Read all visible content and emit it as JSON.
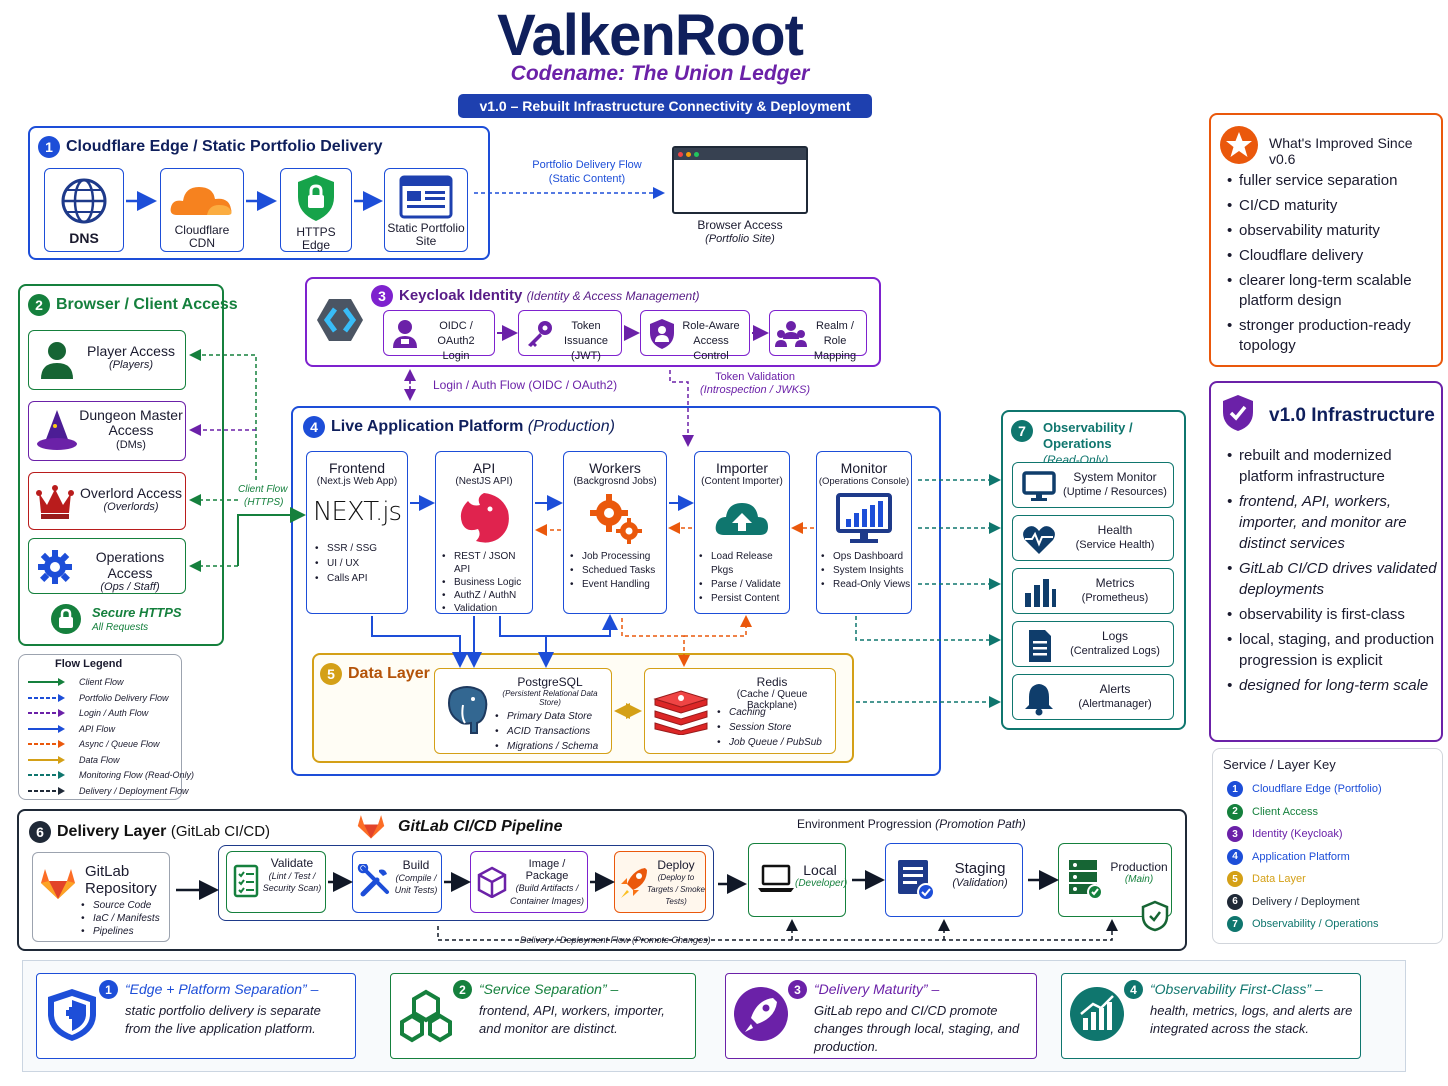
{
  "header": {
    "title": "ValkenRoot",
    "subtitle": "Codename: The Union Ledger",
    "version_banner": "v1.0 – Rebuilt Infrastructure Connectivity & Deployment"
  },
  "colors": {
    "navy": "#0f1f5c",
    "blue": "#1d4ed8",
    "green": "#15803d",
    "purple": "#6b21a8",
    "orange": "#ea580c",
    "teal": "#0f766e",
    "gold": "#d4a017",
    "dark": "#1f2937"
  },
  "sections": {
    "s1": {
      "num": "1",
      "title": "Cloudflare Edge / Static Portfolio Delivery",
      "items": [
        {
          "icon": "globe-icon",
          "label": "DNS"
        },
        {
          "icon": "cloud-icon",
          "label": "Cloudflare CDN"
        },
        {
          "icon": "lock-shield-icon",
          "label": "HTTPS Edge"
        },
        {
          "icon": "browser-window-icon",
          "label": "Static Portfolio Site"
        }
      ],
      "flow_label": "Portfolio Delivery Flow",
      "flow_sub": "(Static Content)",
      "browser_label": "Browser Access",
      "browser_sub": "(Portfolio Site)"
    },
    "s2": {
      "num": "2",
      "title": "Browser / Client Access",
      "items": [
        {
          "icon": "user-icon",
          "label": "Player Access",
          "sub": "(Players)"
        },
        {
          "icon": "wizard-hat-icon",
          "label": "Dungeon Master Access",
          "sub": "(DMs)"
        },
        {
          "icon": "crown-icon",
          "label": "Overlord Access",
          "sub": "(Overlords)"
        },
        {
          "icon": "gear-icon",
          "label": "Operations Access",
          "sub": "(Ops / Staff)"
        }
      ],
      "secure": "Secure HTTPS",
      "secure_sub": "All Requests",
      "client_flow": "Client Flow",
      "client_flow_sub": "(HTTPS)"
    },
    "s3": {
      "num": "3",
      "title": "Keycloak Identity",
      "title_sub": "(Identity & Access Management)",
      "items": [
        {
          "icon": "user-badge-icon",
          "label": "OIDC / OAuth2",
          "sub": "Login"
        },
        {
          "icon": "key-icon",
          "label": "Token Issuance",
          "sub": "(JWT)"
        },
        {
          "icon": "shield-user-icon",
          "label": "Role-Aware",
          "sub": "Access Control"
        },
        {
          "icon": "users-icon",
          "label": "Realm / Role",
          "sub": "Mapping"
        }
      ],
      "login_flow": "Login / Auth Flow (OIDC / OAuth2)",
      "token_validation": "Token Validation",
      "token_validation_sub": "(Introspection / JWKS)"
    },
    "s4": {
      "num": "4",
      "title": "Live Application Platform",
      "title_sub": "(Production)",
      "services": [
        {
          "name": "Frontend",
          "sub": "(Next.js Web App)",
          "logo": "NEXT.js",
          "bullets": [
            "SSR / SSG",
            "UI / UX",
            "Calls API"
          ]
        },
        {
          "name": "API",
          "sub": "(NestJS API)",
          "bullets": [
            "REST / JSON API",
            "Business Logic",
            "AuthZ / AuthN",
            "Validation"
          ]
        },
        {
          "name": "Workers",
          "sub": "(Backgrosnd Jobs)",
          "bullets": [
            "Job Processing",
            "Schedued Tasks",
            "Event Handling"
          ]
        },
        {
          "name": "Importer",
          "sub": "(Content Importer)",
          "bullets": [
            "Load Release Pkgs",
            "Parse / Validate",
            "Persist Content"
          ]
        },
        {
          "name": "Monitor",
          "sub": "(Operations Console)",
          "bullets": [
            "Ops Dashboard",
            "System Insights",
            "Read-Only Views"
          ]
        }
      ]
    },
    "s5": {
      "num": "5",
      "title": "Data Layer",
      "postgres": {
        "name": "PostgreSQL",
        "sub": "(Persistent Relational Data Store)",
        "bullets": [
          "Primary Data Store",
          "ACID Transactions",
          "Migrations / Schema"
        ]
      },
      "redis": {
        "name": "Redis",
        "sub": "(Cache / Queue Backplane)",
        "bullets": [
          "Caching",
          "Session Store",
          "Job Queue / PubSub"
        ]
      }
    },
    "s6": {
      "num": "6",
      "title": "Delivery Layer",
      "title_sub": "(GitLab CI/CD)",
      "repo": {
        "name": "GitLab Repository",
        "bullets": [
          "Source Code",
          "IaC / Manifests",
          "Pipelines"
        ]
      },
      "pipeline_title": "GitLab CI/CD Pipeline",
      "stages": [
        {
          "name": "Validate",
          "sub": "(Lint / Test / Security Scan)"
        },
        {
          "name": "Build",
          "sub": "(Compile / Unit Tests)"
        },
        {
          "name": "Image / Package",
          "sub": "(Build Artifacts / Container Images)"
        },
        {
          "name": "Deploy",
          "sub": "(Deploy to Targets / Smoke Tests)"
        }
      ],
      "env_title": "Environment Progression",
      "env_title_sub": "(Promotion Path)",
      "envs": [
        {
          "name": "Local",
          "sub": "(Developer)"
        },
        {
          "name": "Staging",
          "sub": "(Validation)"
        },
        {
          "name": "Production",
          "sub": "(Main)"
        }
      ],
      "delivery_flow": "Delivery / Deployment Flow (Promote Changes)"
    },
    "s7": {
      "num": "7",
      "title": "Observability / Operations",
      "title_sub": "(Read-Only)",
      "items": [
        {
          "icon": "monitor-icon",
          "label": "System Monitor",
          "sub": "(Uptime / Resources)"
        },
        {
          "icon": "heart-pulse-icon",
          "label": "Health",
          "sub": "(Service Health)"
        },
        {
          "icon": "bar-chart-icon",
          "label": "Metrics",
          "sub": "(Prometheus)"
        },
        {
          "icon": "document-icon",
          "label": "Logs",
          "sub": "(Centralized Logs)"
        },
        {
          "icon": "bell-icon",
          "label": "Alerts",
          "sub": "(Alertmanager)"
        }
      ]
    }
  },
  "legend": {
    "title": "Flow Legend",
    "items": [
      {
        "label": "Client Flow",
        "color": "#15803d",
        "dash": "solid"
      },
      {
        "label": "Portfolio Delivery Flow",
        "color": "#1d4ed8",
        "dash": "dashed"
      },
      {
        "label": "Login / Auth Flow",
        "color": "#6b21a8",
        "dash": "dashed"
      },
      {
        "label": "API Flow",
        "color": "#1d4ed8",
        "dash": "solid"
      },
      {
        "label": "Async / Queue Flow",
        "color": "#ea580c",
        "dash": "dashed"
      },
      {
        "label": "Data Flow",
        "color": "#d4a017",
        "dash": "solid"
      },
      {
        "label": "Monitoring Flow (Read-Only)",
        "color": "#0f766e",
        "dash": "dashed"
      },
      {
        "label": "Delivery / Deployment Flow",
        "color": "#1f2937",
        "dash": "dashed"
      }
    ]
  },
  "improved": {
    "title": "What's Improved Since v0.6",
    "bullets": [
      "fuller service separation",
      "CI/CD maturity",
      "observability maturity",
      "Cloudflare delivery",
      "clearer long-term scalable platform design",
      "stronger production-ready topology"
    ]
  },
  "infra": {
    "title": "v1.0 Infrastructure",
    "bullets": [
      "rebuilt and modernized platform infrastructure",
      "frontend, API, workers, importer, and monitor are distinct services",
      "GitLab CI/CD drives validated deployments",
      "observability is first-class",
      "local, staging, and production progression is explicit",
      "designed for long-term scale"
    ]
  },
  "service_key": {
    "title": "Service / Layer Key",
    "items": [
      {
        "num": "1",
        "label": "Cloudflare Edge (Portfolio)",
        "color": "#1d4ed8"
      },
      {
        "num": "2",
        "label": "Client Access",
        "color": "#15803d"
      },
      {
        "num": "3",
        "label": "Identity (Keycloak)",
        "color": "#6b21a8"
      },
      {
        "num": "4",
        "label": "Application Platform",
        "color": "#1d4ed8"
      },
      {
        "num": "5",
        "label": "Data Layer",
        "color": "#d4a017"
      },
      {
        "num": "6",
        "label": "Delivery / Deployment",
        "color": "#1f2937"
      },
      {
        "num": "7",
        "label": "Observability / Operations",
        "color": "#0f766e"
      }
    ]
  },
  "callouts": [
    {
      "num": "1",
      "title": "“Edge + Platform Separation” –",
      "text": "static portfolio delivery is separate from the live application platform.",
      "icon": "shield-icon",
      "color": "#1d4ed8"
    },
    {
      "num": "2",
      "title": "“Service Separation” –",
      "text": "frontend, API, workers, importer, and monitor are distinct.",
      "icon": "hexagon-network-icon",
      "color": "#15803d"
    },
    {
      "num": "3",
      "title": "“Delivery Maturity” –",
      "text": "GitLab repo and CI/CD promote changes through local, staging, and production.",
      "icon": "rocket-icon",
      "color": "#6b21a8"
    },
    {
      "num": "4",
      "title": "“Observability First-Class” –",
      "text": "health, metrics, logs, and alerts are integrated across the stack.",
      "icon": "growth-chart-icon",
      "color": "#0f766e"
    }
  ]
}
